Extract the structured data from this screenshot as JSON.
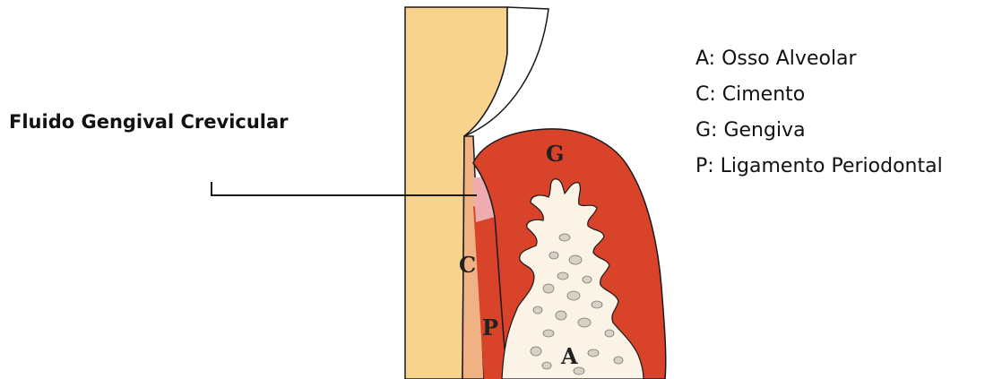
{
  "diagram": {
    "pointer_label": "Fluido Gengival Crevicular",
    "region_letters": {
      "gingiva": "G",
      "cementum": "C",
      "ligament": "P",
      "bone": "A"
    },
    "legend": [
      {
        "text": "A: Osso Alveolar"
      },
      {
        "text": "C: Cimento"
      },
      {
        "text": "G: Gengiva"
      },
      {
        "text": "P: Ligamento Periodontal"
      }
    ],
    "colors": {
      "tooth_root": "#f7d38e",
      "enamel": "#ffffff",
      "cementum": "#f0b183",
      "gingiva": "#d8432a",
      "crevicular_fluid": "#eeabb0",
      "bone": "#faf3e6",
      "outline": "#1a1a1a"
    }
  }
}
